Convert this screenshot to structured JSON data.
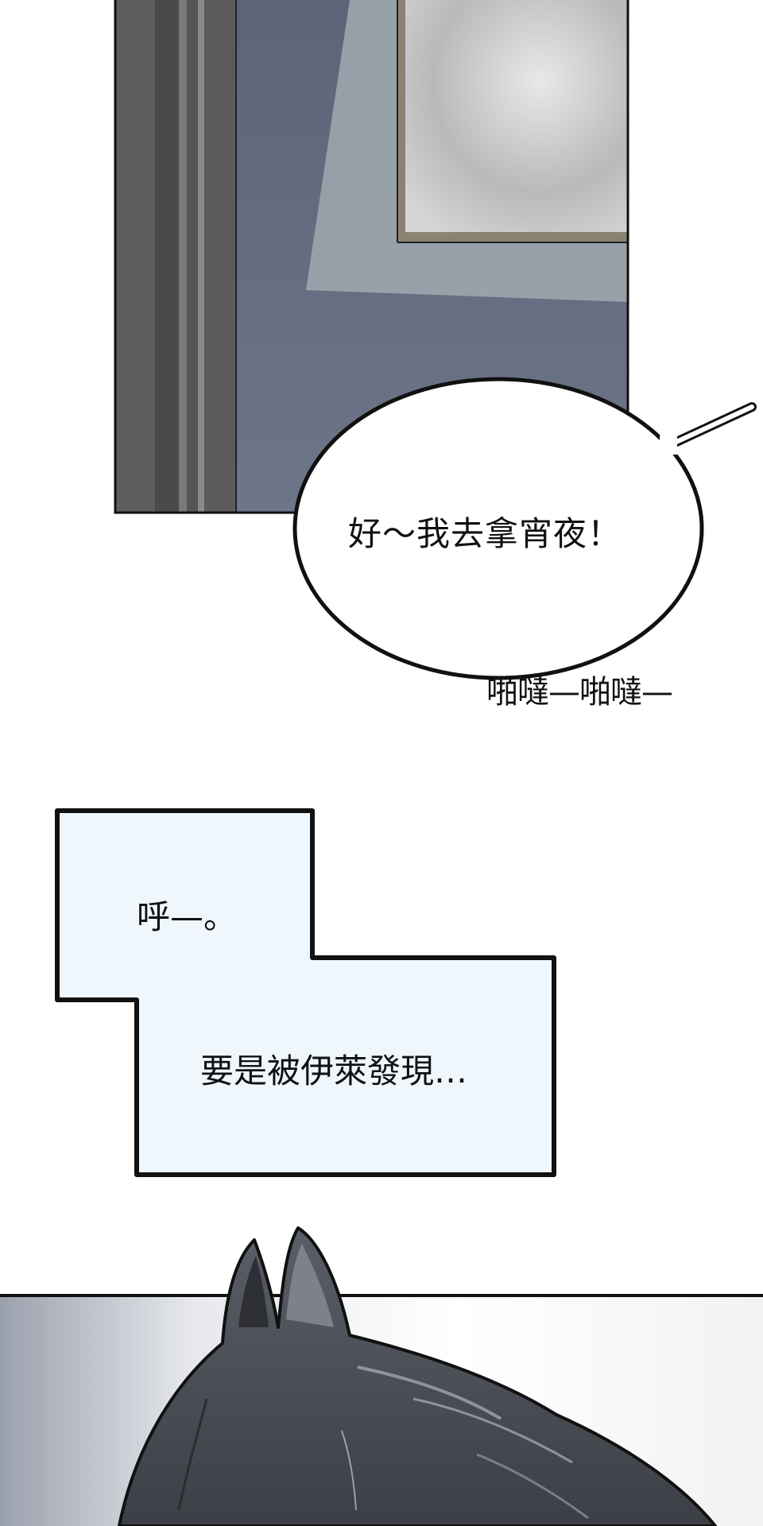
{
  "panels": [
    {
      "speech_bubble": {
        "text": "好～我去拿宵夜！"
      },
      "sound_effect": {
        "text": "啪噠—啪噠—"
      }
    },
    {
      "caption_box": {
        "line_1": "呼—。",
        "line_2": "要是被伊萊發現…"
      }
    }
  ],
  "colors": {
    "door": "#6a7487",
    "frosted_window": "#c9cacb",
    "caption_fill": "#eff7fd",
    "ink": "#111111"
  }
}
